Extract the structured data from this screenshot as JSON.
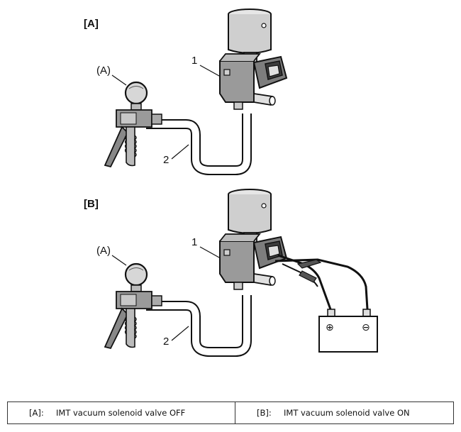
{
  "panels": [
    {
      "label": "[A]",
      "gauge_label": "(A)",
      "solenoid_label": "1",
      "hose_label": "2",
      "battery": false
    },
    {
      "label": "[B]",
      "gauge_label": "(A)",
      "solenoid_label": "1",
      "hose_label": "2",
      "battery": true,
      "battery_terminals": {
        "positive": "⊕",
        "negative": "⊖"
      }
    }
  ],
  "legend": [
    {
      "code": "[A]:",
      "text": "IMT vacuum solenoid valve OFF"
    },
    {
      "code": "[B]:",
      "text": "IMT vacuum solenoid valve ON"
    }
  ]
}
